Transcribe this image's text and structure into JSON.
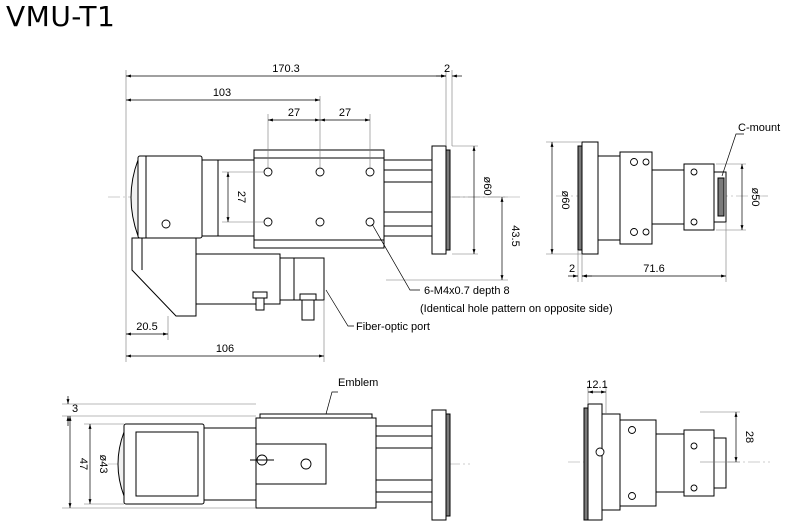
{
  "title": "VMU-T1",
  "dimensions": {
    "total_length": "170.3",
    "flange": "2",
    "length_103": "103",
    "pitch_a": "27",
    "pitch_b": "27",
    "pitch_v": "27",
    "dia_60_front": "ø60",
    "height_43_5": "43.5",
    "width_20_5": "20.5",
    "length_106": "106",
    "dia_60_side": "ø60",
    "dia_50": "ø50",
    "side_2": "2",
    "side_71_6": "71.6",
    "top_3": "3",
    "top_47": "47",
    "top_dia_43": "ø43",
    "side_12_1": "12.1",
    "side_28": "28"
  },
  "annotations": {
    "c_mount": "C-mount",
    "hole_spec": "6-M4x0.7 depth 8",
    "hole_note": "(Identical hole pattern on opposite side)",
    "fiber_port": "Fiber-optic port",
    "emblem": "Emblem"
  }
}
